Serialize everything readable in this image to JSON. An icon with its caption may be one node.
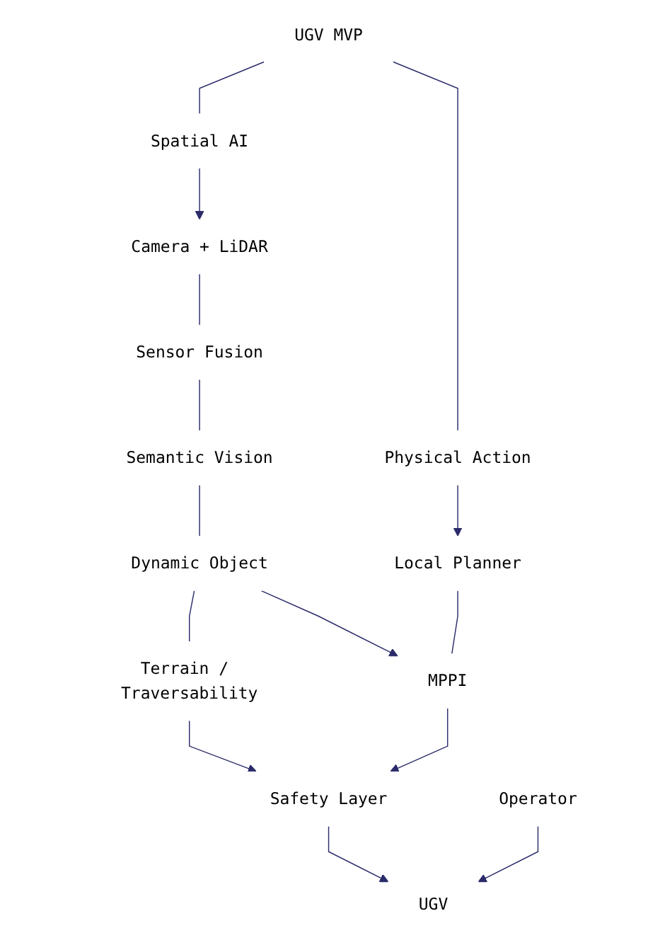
{
  "diagram": {
    "nodes": [
      {
        "text": [
          "UGV MVP"
        ]
      },
      {
        "text": [
          "Spatial AI"
        ]
      },
      {
        "text": [
          "Physical Action"
        ]
      },
      {
        "text": [
          "Camera + LiDAR"
        ]
      },
      {
        "text": [
          "Local Planner"
        ]
      },
      {
        "text": [
          "Sensor Fusion"
        ]
      },
      {
        "text": [
          "Semantic Vision"
        ]
      },
      {
        "text": [
          "Dynamic Object"
        ]
      },
      {
        "text": [
          "MPPI"
        ]
      },
      {
        "text": [
          "Terrain / Traversability"
        ]
      },
      {
        "text": [
          "Safety Layer"
        ]
      },
      {
        "text": [
          "UGV"
        ]
      },
      {
        "text": [
          "Operator"
        ]
      }
    ],
    "edges": [
      {
        "from": 0,
        "to": 1,
        "arrow": "none"
      },
      {
        "from": 0,
        "to": 2,
        "arrow": "none"
      },
      {
        "from": 1,
        "to": 3,
        "arrow": "to"
      },
      {
        "from": 2,
        "to": 4,
        "arrow": "to"
      },
      {
        "from": 3,
        "to": 5,
        "arrow": "none"
      },
      {
        "from": 5,
        "to": 6,
        "arrow": "none"
      },
      {
        "from": 6,
        "to": 7,
        "arrow": "none"
      },
      {
        "from": 7,
        "to": 9,
        "arrow": "none"
      },
      {
        "from": 7,
        "to": 8,
        "arrow": "to"
      },
      {
        "from": 4,
        "to": 8,
        "arrow": "none"
      },
      {
        "from": 9,
        "to": 10,
        "arrow": "to"
      },
      {
        "from": 8,
        "to": 10,
        "arrow": "to"
      },
      {
        "from": 10,
        "to": 11,
        "arrow": "to"
      },
      {
        "from": 12,
        "to": 11,
        "arrow": "to"
      }
    ]
  }
}
